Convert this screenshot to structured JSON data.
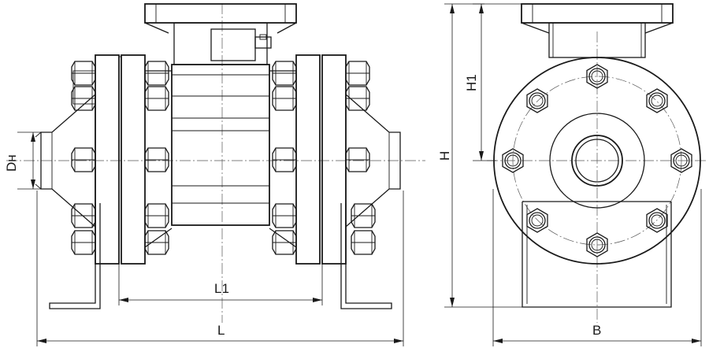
{
  "drawing": {
    "labels": {
      "l1": "L1",
      "l": "L",
      "dn": "Dн",
      "h": "H",
      "h1": "H1",
      "b": "B"
    }
  }
}
